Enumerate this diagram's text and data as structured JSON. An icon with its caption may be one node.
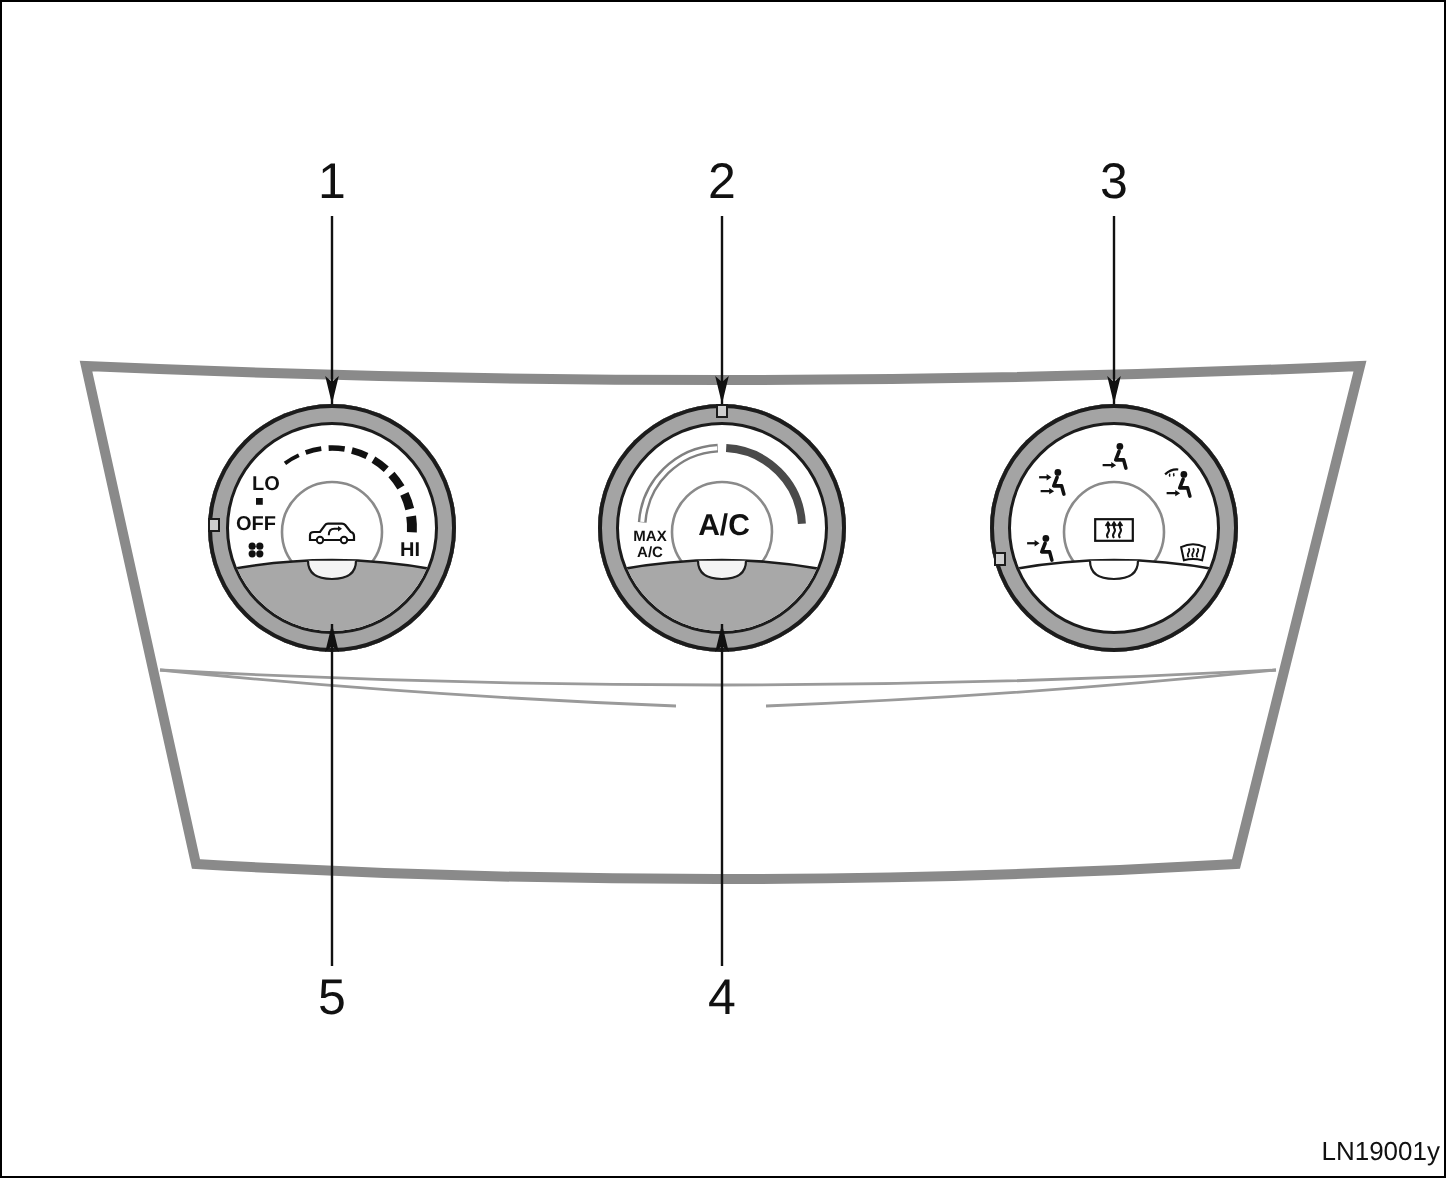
{
  "diagram": {
    "nodes": [
      {
        "text": [
          "1"
        ]
      },
      {
        "text": [
          "2"
        ]
      },
      {
        "text": [
          "3"
        ]
      },
      {
        "text": [
          "LO",
          "OFF",
          "HI"
        ]
      },
      {
        "text": [],
        "shape": "segment",
        "in": 3
      },
      {
        "text": [
          "MAX A/C",
          "A/C"
        ]
      },
      {
        "text": [],
        "shape": "segment",
        "in": 5
      },
      {
        "text": [],
        "shape": "circle"
      },
      {
        "text": [
          "5"
        ]
      },
      {
        "text": [
          "4"
        ]
      }
    ],
    "edges": [
      {
        "from": 0,
        "to": 3,
        "arrow": "to"
      },
      {
        "from": 1,
        "to": 5,
        "arrow": "to"
      },
      {
        "from": 2,
        "to": 7,
        "arrow": "to"
      },
      {
        "from": 8,
        "to": 4,
        "arrow": "to"
      },
      {
        "from": 9,
        "to": 6,
        "arrow": "to"
      }
    ],
    "labels": [
      "LN19001y"
    ]
  }
}
